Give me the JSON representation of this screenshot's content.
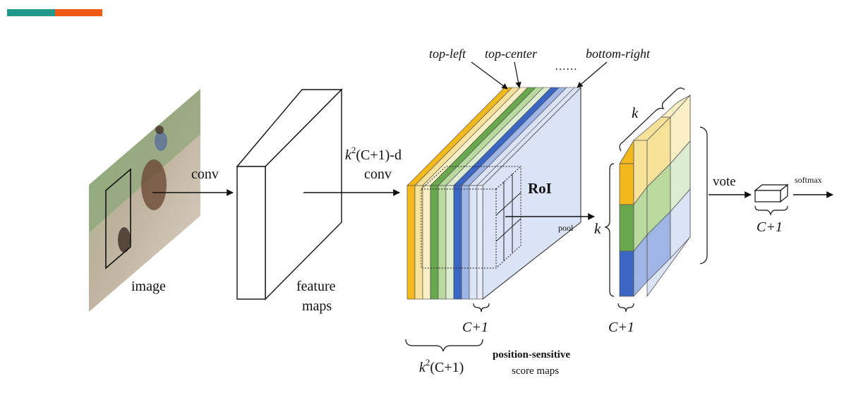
{
  "colors": {
    "accent_teal": "#1f9a8a",
    "accent_orange": "#ef5a14",
    "yellow": "#f2b81c",
    "yellow_light": "#f8e29a",
    "yellow_pale": "#fbefc6",
    "green": "#6aa84f",
    "green_light": "#b9d99f",
    "green_pale": "#dcecd0",
    "blue": "#3a66c4",
    "blue_light": "#9fb5e5",
    "blue_pale": "#dbe3f6"
  },
  "labels": {
    "image": "image",
    "conv": "conv",
    "feature": "feature",
    "maps": "maps",
    "k2c_top_k": "k",
    "k2c_top_exp": "2",
    "k2c_top_rest": "(C+1)-d",
    "conv2": "conv",
    "top_left": "top-left",
    "top_center": "top-center",
    "dots": "……",
    "bottom_right": "bottom-right",
    "roi": "RoI",
    "pool": "pool",
    "c1_stack": "C+1",
    "k2c_bottom_k": "k",
    "k2c_bottom_exp": "2",
    "k2c_bottom_rest": "(C+1)",
    "psm_line1": "position-sensitive",
    "psm_line2": "score maps",
    "k_top": "k",
    "k_side": "k",
    "c1_grid": "C+1",
    "vote": "vote",
    "softmax": "softmax",
    "c1_out": "C+1"
  }
}
